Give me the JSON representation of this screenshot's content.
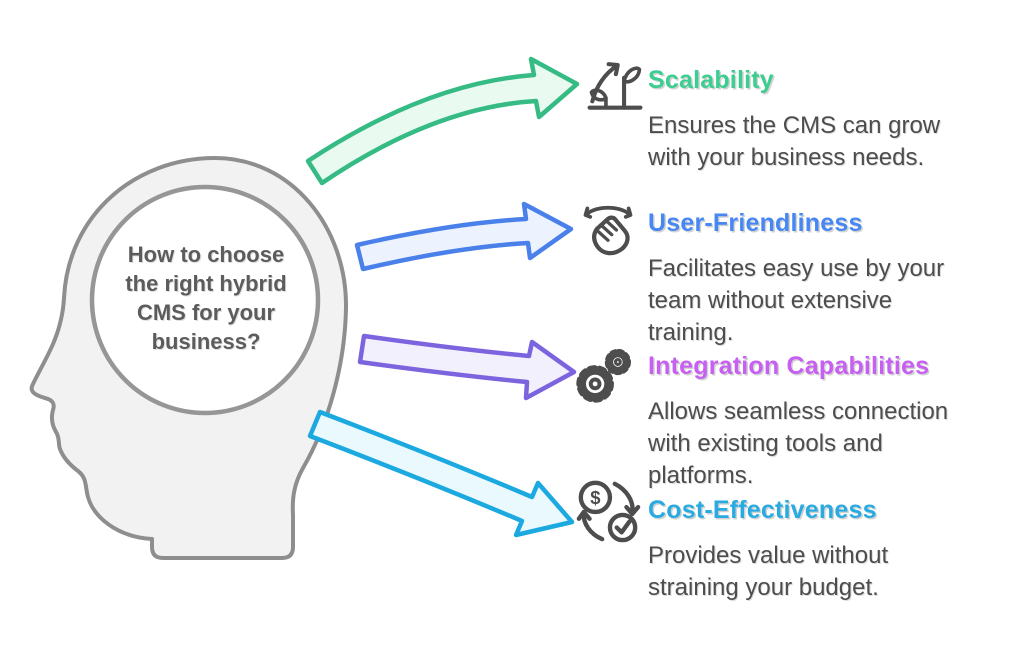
{
  "head": {
    "title_lines": [
      "How to choose",
      "the right hybrid",
      "CMS for your",
      "business?"
    ],
    "fill_color": "#F2F2F2",
    "stroke_color": "#8E8E8E",
    "circle_fill": "#FFFFFF",
    "circle_stroke": "#969696",
    "title_color": "#5C5C5C"
  },
  "items": [
    {
      "title": "Scalability",
      "description": "Ensures the CMS can grow\nwith your business needs.",
      "icon": "growth-plant-icon",
      "title_color": "#3BCE90",
      "arrow_stroke": "#36BB85",
      "arrow_fill": "#E9FAF1"
    },
    {
      "title": "User-Friendliness",
      "description": "Facilitates easy use by your\nteam without extensive\ntraining.",
      "icon": "waving-hand-icon",
      "title_color": "#4687F4",
      "arrow_stroke": "#4A80EA",
      "arrow_fill": "#EDF3FE"
    },
    {
      "title": "Integration Capabilities",
      "description": "Allows seamless connection\nwith existing tools and\nplatforms.",
      "icon": "gears-icon",
      "title_color": "#C75FF2",
      "arrow_stroke": "#7D64DF",
      "arrow_fill": "#F3F0FD"
    },
    {
      "title": "Cost-Effectiveness",
      "description": "Provides value without\nstraining your budget.",
      "icon": "money-cycle-icon",
      "title_color": "#29ABE2",
      "arrow_stroke": "#1CA9E0",
      "arrow_fill": "#EAF9FE"
    }
  ],
  "text_color": "#4D4D4D"
}
